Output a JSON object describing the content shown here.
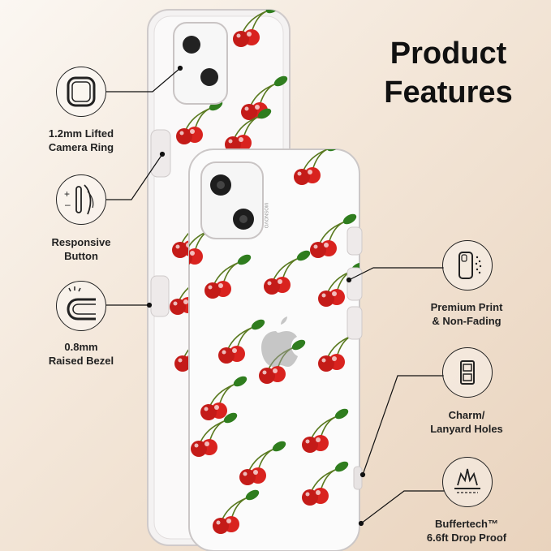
{
  "header": {
    "title_line1": "Product",
    "title_line2": "Features"
  },
  "features": [
    {
      "label": "1.2mm Lifted\nCamera Ring",
      "icon": "camera-ring-icon"
    },
    {
      "label": "Responsive\nButton",
      "icon": "button-press-icon"
    },
    {
      "label": "0.8mm\nRaised Bezel",
      "icon": "raised-bezel-icon"
    },
    {
      "label": "Premium Print\n& Non-Fading",
      "icon": "print-spray-icon"
    },
    {
      "label": "Charm/\nLanyard Holes",
      "icon": "lanyard-hole-icon"
    },
    {
      "label": "Buffertech™\n6.6ft Drop Proof",
      "icon": "shock-absorb-icon"
    }
  ],
  "product": {
    "brand_mark": "MOSNOVO",
    "pattern": "cherry-print"
  },
  "colors": {
    "cherry": "#d9231f",
    "leaf": "#2f7d1e",
    "text": "#111111",
    "line": "#222222"
  }
}
